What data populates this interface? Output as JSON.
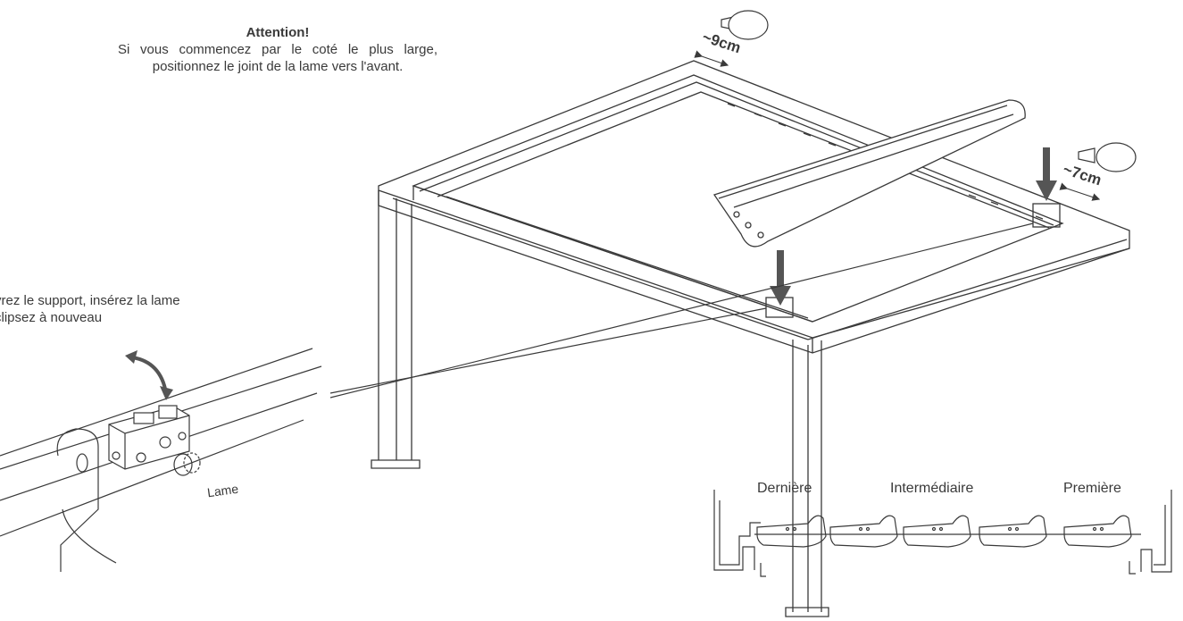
{
  "attention": {
    "title": "Attention!",
    "body": "Si vous commencez par le coté le plus large, positionnez le joint de la lame vers l'avant."
  },
  "support_instruction": {
    "line1": "vrez le support, insérez la lame",
    "line2": "clipsez à nouveau"
  },
  "measurements": {
    "top": "~9cm",
    "right": "~7cm"
  },
  "part_label": "Lame",
  "order_labels": {
    "last": "Dernière",
    "middle": "Intermédiaire",
    "first": "Première"
  },
  "colors": {
    "line": "#3a3a3a",
    "arrow": "#555555"
  }
}
